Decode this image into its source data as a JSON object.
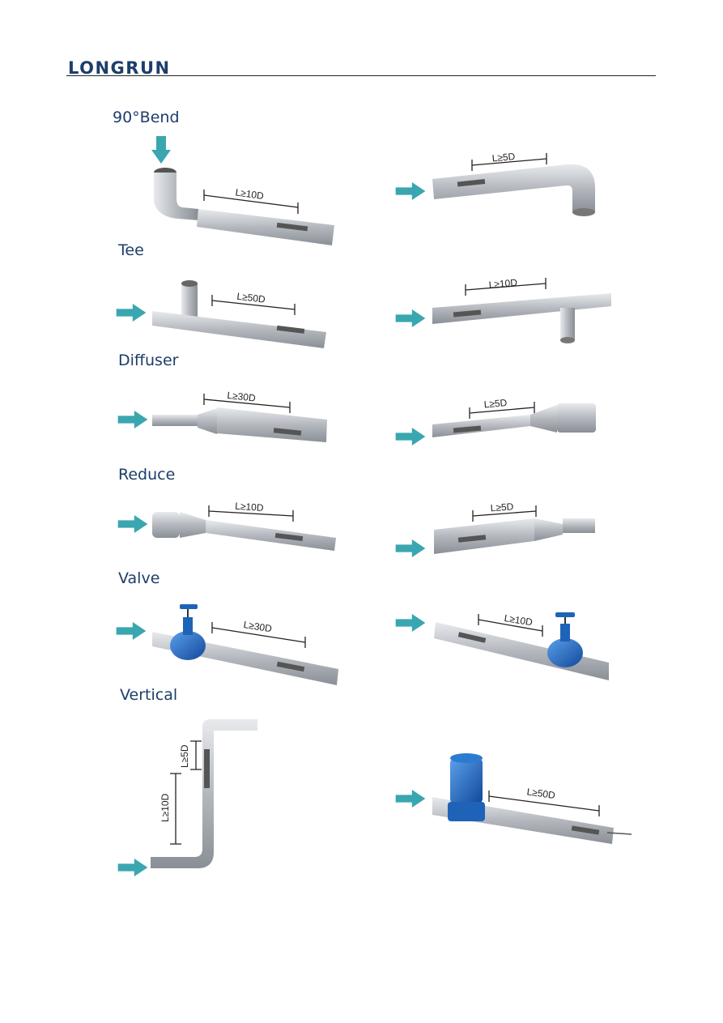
{
  "header": {
    "logo": "LONGRUN"
  },
  "sections": [
    "90°Bend",
    "Tee",
    "Diffuser",
    "Reduce",
    "Valve",
    "Vertical"
  ],
  "dims": {
    "bend_a": "L≥10D",
    "bend_b": "L≥5D",
    "tee_a": "L≥50D",
    "tee_b": "L≥10D",
    "diff_a": "L≥30D",
    "diff_b": "L≥5D",
    "red_a": "L≥10D",
    "red_b": "L≥5D",
    "valve_a": "L≥30D",
    "valve_b": "L≥10D",
    "vert_a": "L≥5D",
    "vert_b": "L≥10D",
    "vert_c": "L≥50D"
  },
  "colors": {
    "brand": "#1d3d6b",
    "arrow": "#3aa6b0",
    "pipe": "#b8bcc2",
    "valve": "#1e63b8"
  }
}
